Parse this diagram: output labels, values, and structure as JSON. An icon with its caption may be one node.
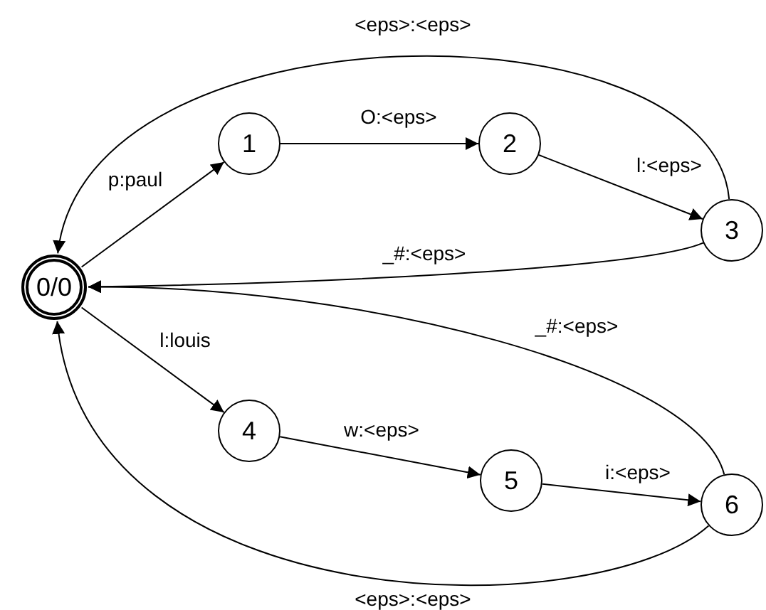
{
  "diagram": {
    "nodes": [
      {
        "text": [
          "0/0"
        ]
      },
      {
        "text": [
          "1"
        ]
      },
      {
        "text": [
          "2"
        ]
      },
      {
        "text": [
          "3"
        ]
      },
      {
        "text": [
          "4"
        ]
      },
      {
        "text": [
          "5"
        ]
      },
      {
        "text": [
          "6"
        ]
      }
    ],
    "edges": [
      {
        "from": 3,
        "to": 0,
        "arrow": "to",
        "label": "<eps>:<eps>"
      },
      {
        "from": 1,
        "to": 2,
        "arrow": "to",
        "label": "O:<eps>"
      },
      {
        "from": 0,
        "to": 1,
        "arrow": "to",
        "label": "p:paul"
      },
      {
        "from": 2,
        "to": 3,
        "arrow": "to",
        "label": "l:<eps>"
      },
      {
        "from": 3,
        "to": 0,
        "arrow": "to",
        "label": "_#:<eps>"
      },
      {
        "from": 6,
        "to": 0,
        "arrow": "to",
        "label": "_#:<eps>"
      },
      {
        "from": 0,
        "to": 4,
        "arrow": "to",
        "label": "l:louis"
      },
      {
        "from": 4,
        "to": 5,
        "arrow": "to",
        "label": "w:<eps>"
      },
      {
        "from": 5,
        "to": 6,
        "arrow": "to",
        "label": "i:<eps>"
      },
      {
        "from": 6,
        "to": 0,
        "arrow": "to",
        "label": "<eps>:<eps>"
      }
    ]
  }
}
